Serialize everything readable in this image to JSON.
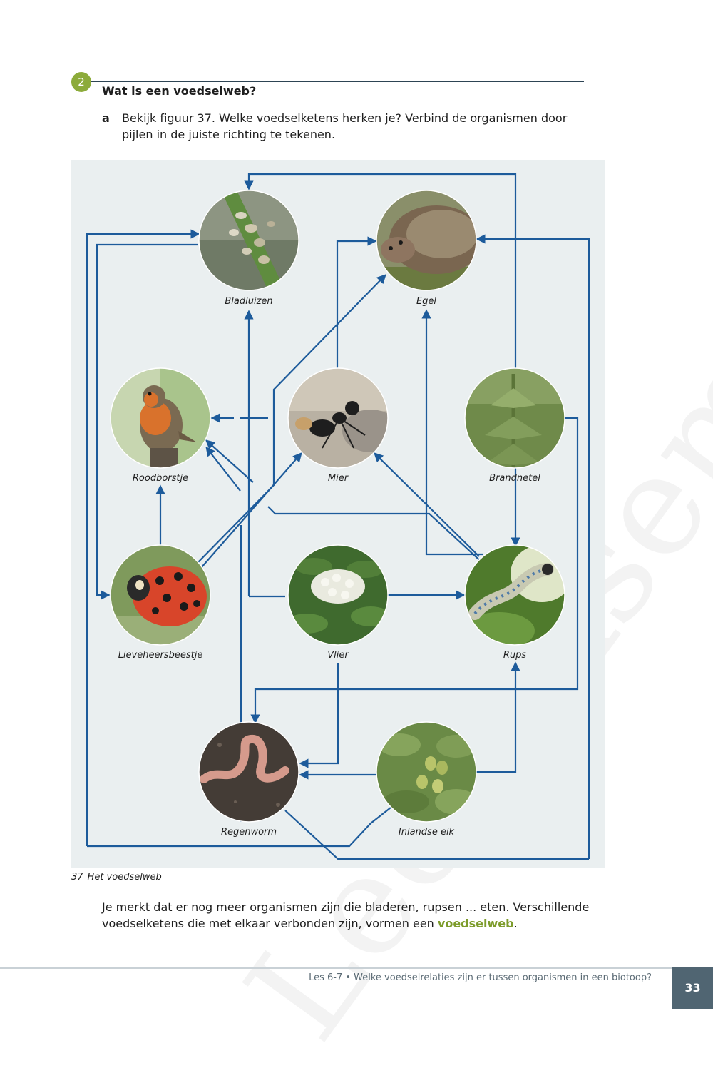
{
  "watermark": "Leeseksemplaar",
  "question": {
    "number": "2",
    "title": "Wat is een voedselweb?",
    "sub_letter": "a",
    "instruction": "Bekijk figuur 37. Welke voedselketens herken je? Verbind de organismen door pijlen in de juiste richting te tekenen."
  },
  "organisms": {
    "bladluizen": "Bladluizen",
    "egel": "Egel",
    "roodborstje": "Roodborstje",
    "mier": "Mier",
    "brandnetel": "Brandnetel",
    "lieveheersbeestje": "Lieveheersbeestje",
    "vlier": "Vlier",
    "rups": "Rups",
    "regenworm": "Regenworm",
    "inlandse_eik": "Inlandse eik"
  },
  "figure_caption": {
    "number": "37",
    "text": "Het voedselweb"
  },
  "body": {
    "text_before": "Je merkt dat er nog meer organismen zijn die bladeren, rupsen ... eten. Verschillende voedselketens die met elkaar verbonden zijn, vormen een ",
    "highlight": "voedselweb",
    "text_after": "."
  },
  "footer": {
    "lesson": "Les 6-7 • Welke voedselrelaties zijn er tussen organismen in een biotoop?",
    "page_number": "33"
  },
  "colors": {
    "arrow": "#1d5b9b",
    "accent_green": "#8cab3a",
    "page_box": "#506572"
  }
}
